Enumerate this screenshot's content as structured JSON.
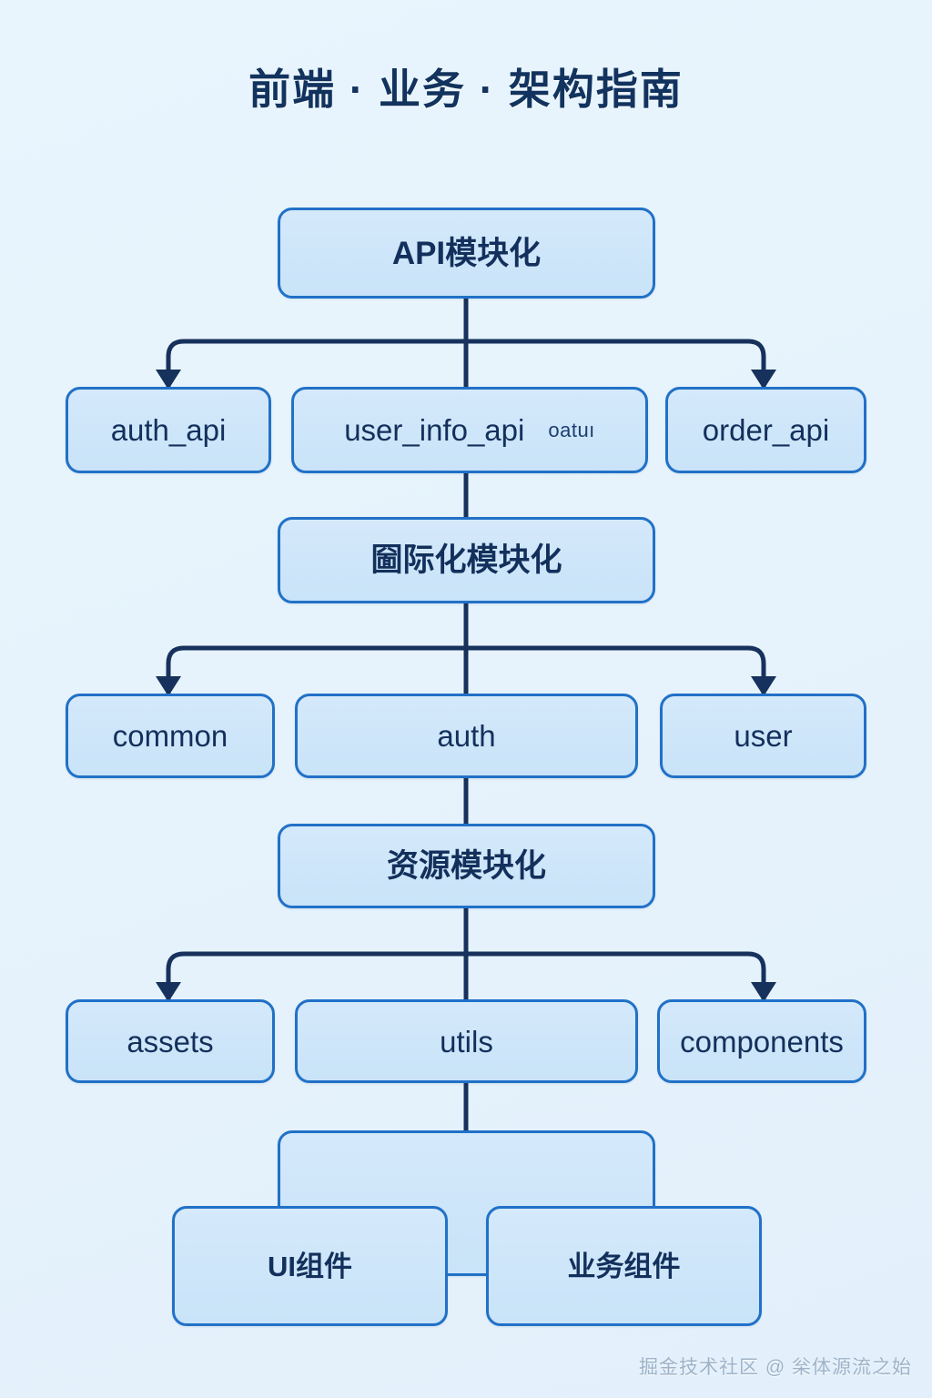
{
  "page": {
    "title": "前端 · 业务 · 架构指南",
    "background_color": "#e7f3fc",
    "accent_color": "#2171c7",
    "node_fill": "#cfe6f8",
    "text_color": "#13305c",
    "watermark": "掘金技术社区 @ 枀体源流之始"
  },
  "diagram": {
    "type": "tree",
    "levels": [
      {
        "id": "api",
        "parent_label": "API模块化",
        "children": [
          "auth_api",
          "user_info_api",
          "order_api"
        ],
        "center_child_extra": "oatuı"
      },
      {
        "id": "i18n",
        "parent_label": "圙际化模块化",
        "children": [
          "common",
          "auth",
          "user"
        ]
      },
      {
        "id": "resource",
        "parent_label": "资源模块化",
        "children": [
          "assets",
          "utils",
          "components"
        ]
      }
    ],
    "bottom": {
      "container_label": "",
      "children": [
        "UI组件",
        "业务组件"
      ]
    }
  },
  "nodes": {
    "api_root": "API模块化",
    "auth_api": "auth_api",
    "user_info_api": "user_info_api",
    "user_info_api_extra": "oatuı",
    "order_api": "order_api",
    "i18n_root": "圙际化模块化",
    "common": "common",
    "auth": "auth",
    "user": "user",
    "resource_root": "资源模块化",
    "assets": "assets",
    "utils": "utils",
    "components": "components",
    "bottom_container": "",
    "ui_components": "UI组件",
    "biz_components": "业务组件"
  }
}
